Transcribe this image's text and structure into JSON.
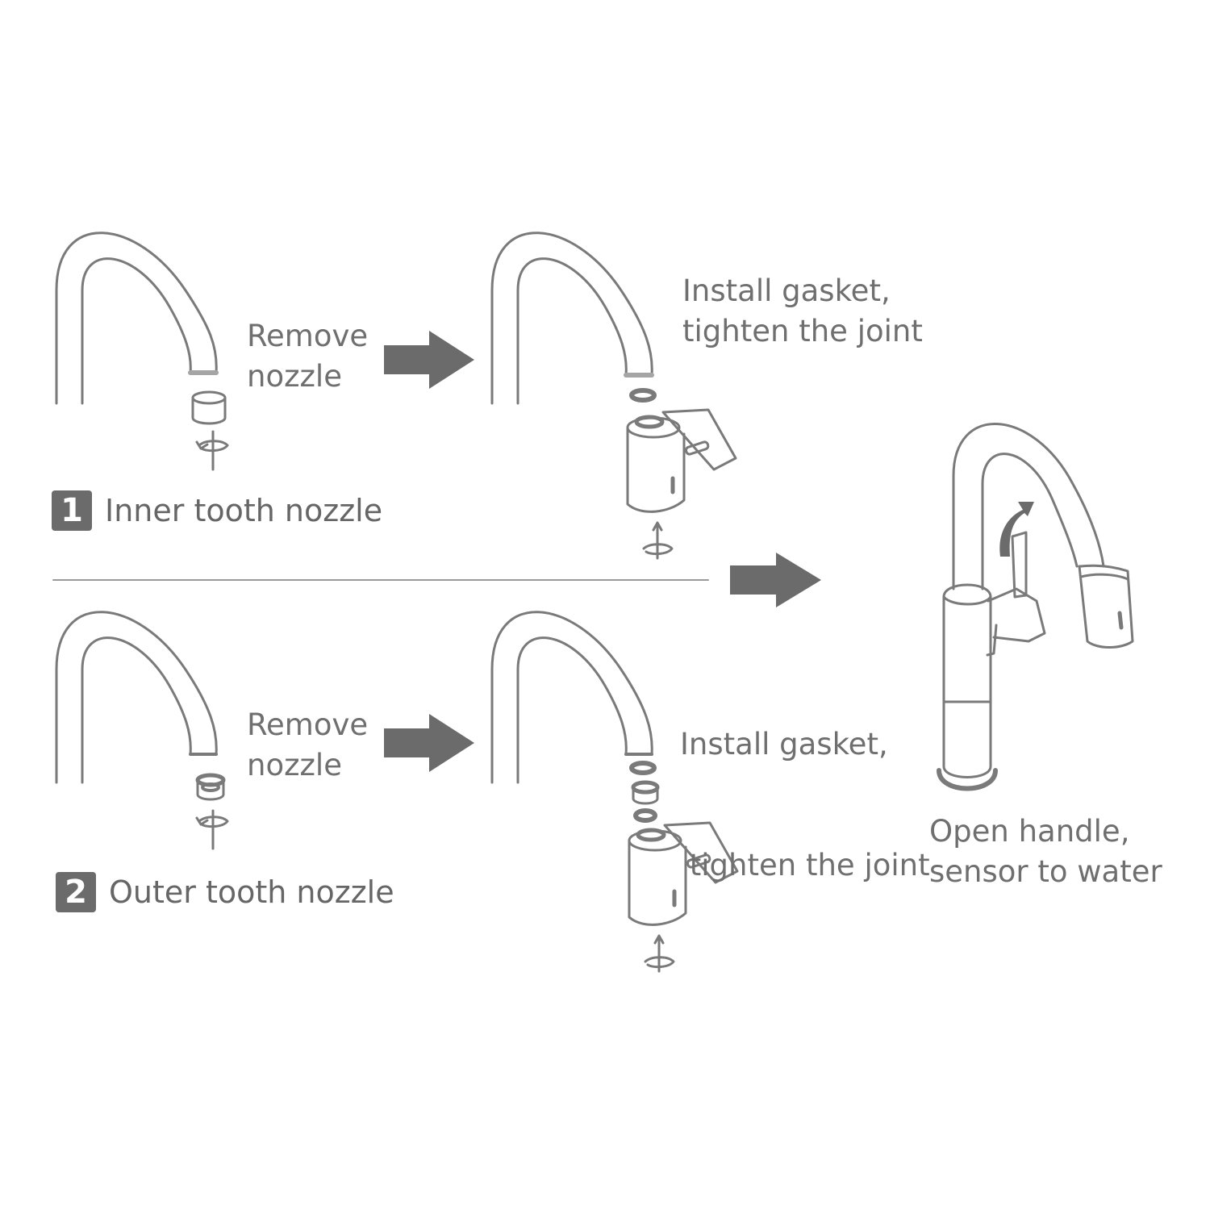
{
  "steps": [
    {
      "number": "1",
      "label": "Inner tooth nozzle",
      "remove": [
        "Remove",
        "nozzle"
      ],
      "install": [
        "Install gasket,",
        "tighten the joint"
      ]
    },
    {
      "number": "2",
      "label": "Outer tooth nozzle",
      "remove": [
        "Remove",
        "nozzle"
      ],
      "install": [
        "Install gasket,",
        " tighten the joint"
      ]
    }
  ],
  "final": [
    "Open handle,",
    "sensor to water"
  ],
  "colors": {
    "line": "#7a7a7a",
    "arrow": "#6b6b6b",
    "text": "#6f6f6f",
    "badge": "#6b6b6b"
  }
}
